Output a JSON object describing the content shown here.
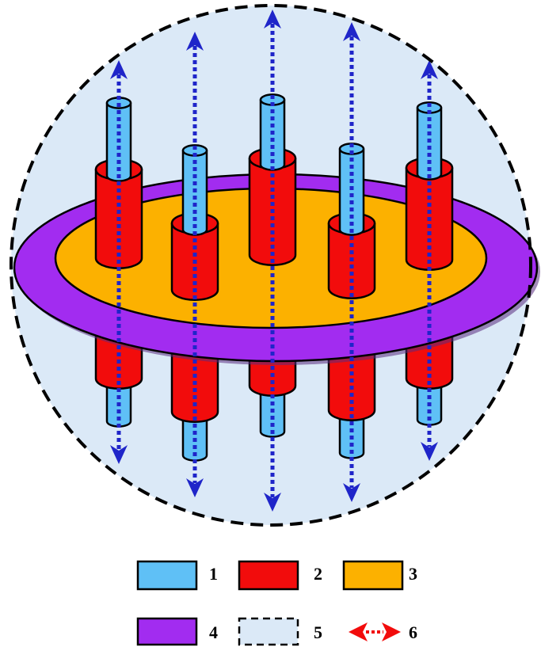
{
  "colors": {
    "background_sphere": "#dbe9f7",
    "sphere_outline": "#000000",
    "rod": "#5fc0f6",
    "sleeve": "#f20c0c",
    "core": "#fcb100",
    "ring": "#a22cf0",
    "arrow_field": "#1f25c9",
    "arrow_legend": "#f20c0c",
    "outline": "#000000"
  },
  "icons": {
    "rod": "light-blue-rod",
    "sleeve": "red-cylinder-sleeve",
    "core": "orange-disc",
    "ring": "purple-ring",
    "boundary": "dashed-boundary",
    "arrow": "double-headed-dotted-arrow"
  },
  "legend": {
    "items": [
      {
        "label": "1",
        "swatch": "rod"
      },
      {
        "label": "2",
        "swatch": "sleeve"
      },
      {
        "label": "3",
        "swatch": "core"
      },
      {
        "label": "4",
        "swatch": "ring"
      },
      {
        "label": "5",
        "swatch": "boundary"
      },
      {
        "label": "6",
        "swatch": "arrow"
      }
    ]
  }
}
